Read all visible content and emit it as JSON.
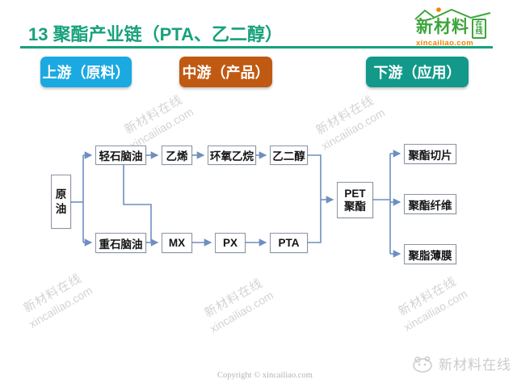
{
  "slide": {
    "title": "13  聚酯产业链（PTA、乙二醇）",
    "header_logo": {
      "name": "新材料",
      "badge": "在线",
      "domain": "xincailiao.com"
    },
    "legend": {
      "upstream": {
        "label": "上游（原料）",
        "color": "#1ba9e1"
      },
      "midstream": {
        "label": "中游（产品）",
        "color": "#c05a13"
      },
      "downstream": {
        "label": "下游（应用）",
        "color": "#12998a"
      }
    },
    "flow": {
      "crude": "原油",
      "light_naphtha": "轻石脑油",
      "ethylene": "乙烯",
      "ethylene_oxide": "环氧乙烷",
      "meg": "乙二醇",
      "heavy_naphtha": "重石脑油",
      "mx": "MX",
      "px": "PX",
      "pta": "PTA",
      "pet_line1": "PET",
      "pet_line2": "聚酯",
      "chip": "聚酯切片",
      "fiber": "聚酯纤维",
      "film": "聚脂薄膜"
    },
    "colors": {
      "title_green": "#17a27c",
      "flow_line": "#6e8fc0",
      "logo_green": "#3ea53b",
      "logo_orange": "#f08300"
    },
    "watermark": {
      "line1": "新材料在线",
      "line2": "xincailiao.com"
    },
    "footer": {
      "copyright": "Copyright © xincailiao.com",
      "brand": "新材料在线"
    }
  }
}
